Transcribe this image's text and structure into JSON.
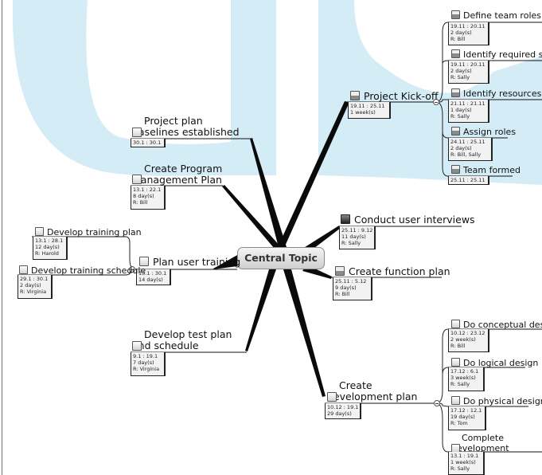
{
  "central_topic": "Central Topic",
  "colors": {
    "watermark": "#d4ecf5",
    "branch": "#111111",
    "box_fill": "#f2f2f2"
  },
  "icons": {
    "task_open": "checkbox-empty-icon",
    "task_partial": "checkbox-partial-icon",
    "task_done": "checkbox-done-icon",
    "collapse": "collapse-minus-icon"
  },
  "nodes": {
    "project_kickoff": {
      "label": "Project Kick-off",
      "info": [
        "19.11 : 25.11",
        "1 week(s)"
      ]
    },
    "define_team_roles": {
      "label": "Define team roles",
      "info": [
        "19.11 : 20.11",
        "2 day(s)",
        "R: Bill"
      ]
    },
    "identify_required_skills": {
      "label": "Identify required skills",
      "info": [
        "19.11 : 20.11",
        "2 day(s)",
        "R: Sally"
      ]
    },
    "identify_resources": {
      "label": "Identify resources",
      "info": [
        "21.11 : 21.11",
        "1 day(s)",
        "R: Sally"
      ]
    },
    "assign_roles": {
      "label": "Assign roles",
      "info": [
        "24.11 : 25.11",
        "2 day(s)",
        "R: Bill, Sally"
      ]
    },
    "team_formed": {
      "label": "Team formed",
      "info": [
        "25.11 : 25.11"
      ]
    },
    "project_plan_baselines": {
      "label": "Project plan baselines established",
      "info": [
        "30.1 : 30.1"
      ]
    },
    "create_program_mgmt_plan": {
      "label": "Create Program Management Plan",
      "info": [
        "13.1 : 22.1",
        "8 day(s)",
        "R: Bill"
      ]
    },
    "conduct_user_interviews": {
      "label": "Conduct user interviews",
      "info": [
        "25.11 : 9.12",
        "11 day(s)",
        "R: Sally"
      ]
    },
    "create_function_plan": {
      "label": "Create function plan",
      "info": [
        "25.11 : 5.12",
        "9 day(s)",
        "R: Bill"
      ]
    },
    "plan_user_training": {
      "label": "Plan user training",
      "info": [
        "13.1 : 30.1",
        "14 day(s)"
      ]
    },
    "develop_training_plan": {
      "label": "Develop training plan",
      "info": [
        "13.1 : 28.1",
        "12 day(s)",
        "R: Harold"
      ]
    },
    "develop_training_schedule": {
      "label": "Develop training schedule",
      "info": [
        "29.1 : 30.1",
        "2 day(s)",
        "R: Virginia"
      ]
    },
    "develop_test_plan": {
      "label": "Develop test plan and schedule",
      "info": [
        "9.1 : 19.1",
        "7 day(s)",
        "R: Virginia"
      ]
    },
    "create_development_plan": {
      "label": "Create development plan",
      "info": [
        "10.12 : 19.1",
        "29 day(s)"
      ]
    },
    "do_conceptual_design": {
      "label": "Do conceptual design",
      "info": [
        "10.12 : 23.12",
        "2 week(s)",
        "R: Bill"
      ]
    },
    "do_logical_design": {
      "label": "Do logical design",
      "info": [
        "17.12 : 6.1",
        "3 week(s)",
        "R: Sally"
      ]
    },
    "do_physical_design": {
      "label": "Do physical design",
      "info": [
        "17.12 : 12.1",
        "19 day(s)",
        "R: Tom"
      ]
    },
    "complete_development_schedule": {
      "label": "Complete development schedule",
      "info": [
        "13.1 : 19.1",
        "1 week(s)",
        "R: Sally"
      ]
    }
  }
}
